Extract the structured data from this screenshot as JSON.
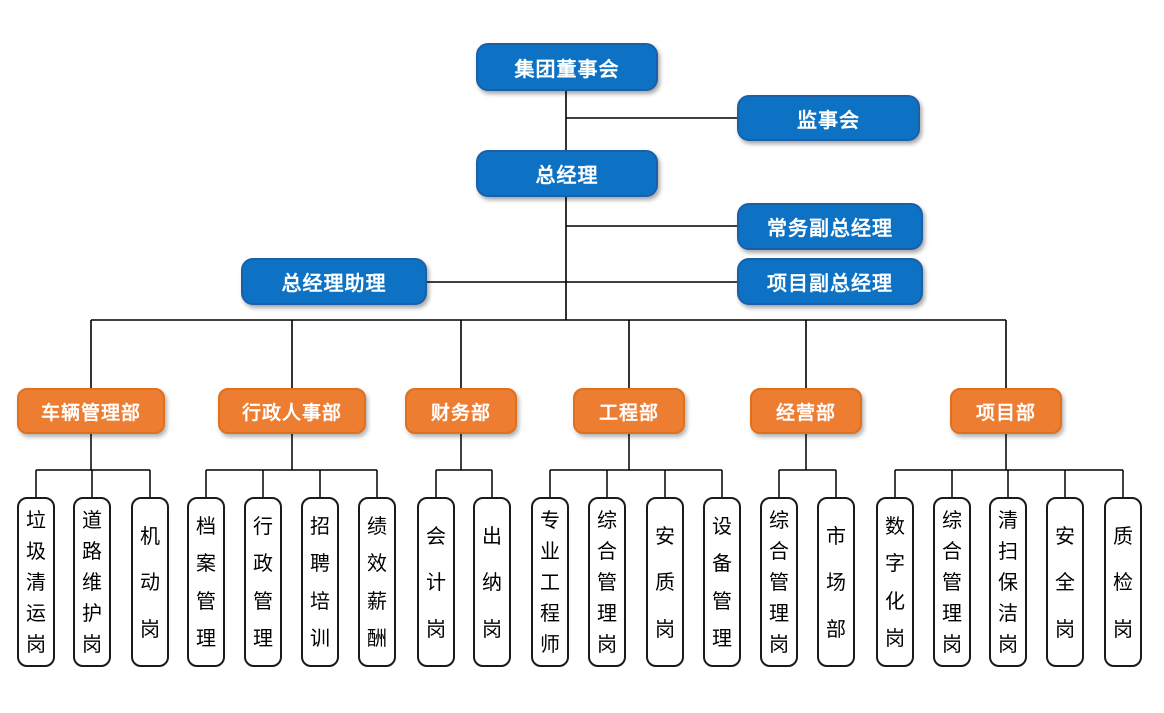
{
  "org": {
    "nodes": {
      "board": "集团董事会",
      "supervisory": "监事会",
      "gm": "总经理",
      "exec_vp": "常务副总经理",
      "proj_vp": "项目副总经理",
      "gm_assistant": "总经理助理"
    },
    "departments": [
      {
        "label": "车辆管理部",
        "positions": [
          "垃圾清运岗",
          "道路维护岗",
          "机动岗"
        ]
      },
      {
        "label": "行政人事部",
        "positions": [
          "档案管理",
          "行政管理",
          "招聘培训",
          "绩效薪酬"
        ]
      },
      {
        "label": "财务部",
        "positions": [
          "会计岗",
          "出纳岗"
        ]
      },
      {
        "label": "工程部",
        "positions": [
          "专业工程师",
          "综合管理岗",
          "安质岗",
          "设备管理"
        ]
      },
      {
        "label": "经营部",
        "positions": [
          "综合管理岗",
          "市场部"
        ]
      },
      {
        "label": "项目部",
        "positions": [
          "数字化岗",
          "综合管理岗",
          "清扫保洁岗",
          "安全岗",
          "质检岗"
        ]
      }
    ],
    "colors": {
      "executive_fill": "#0d72c4",
      "department_fill": "#ed7d31",
      "position_border": "#1a1a1a",
      "connector": "#000000",
      "text_on_color": "#ffffff"
    }
  }
}
